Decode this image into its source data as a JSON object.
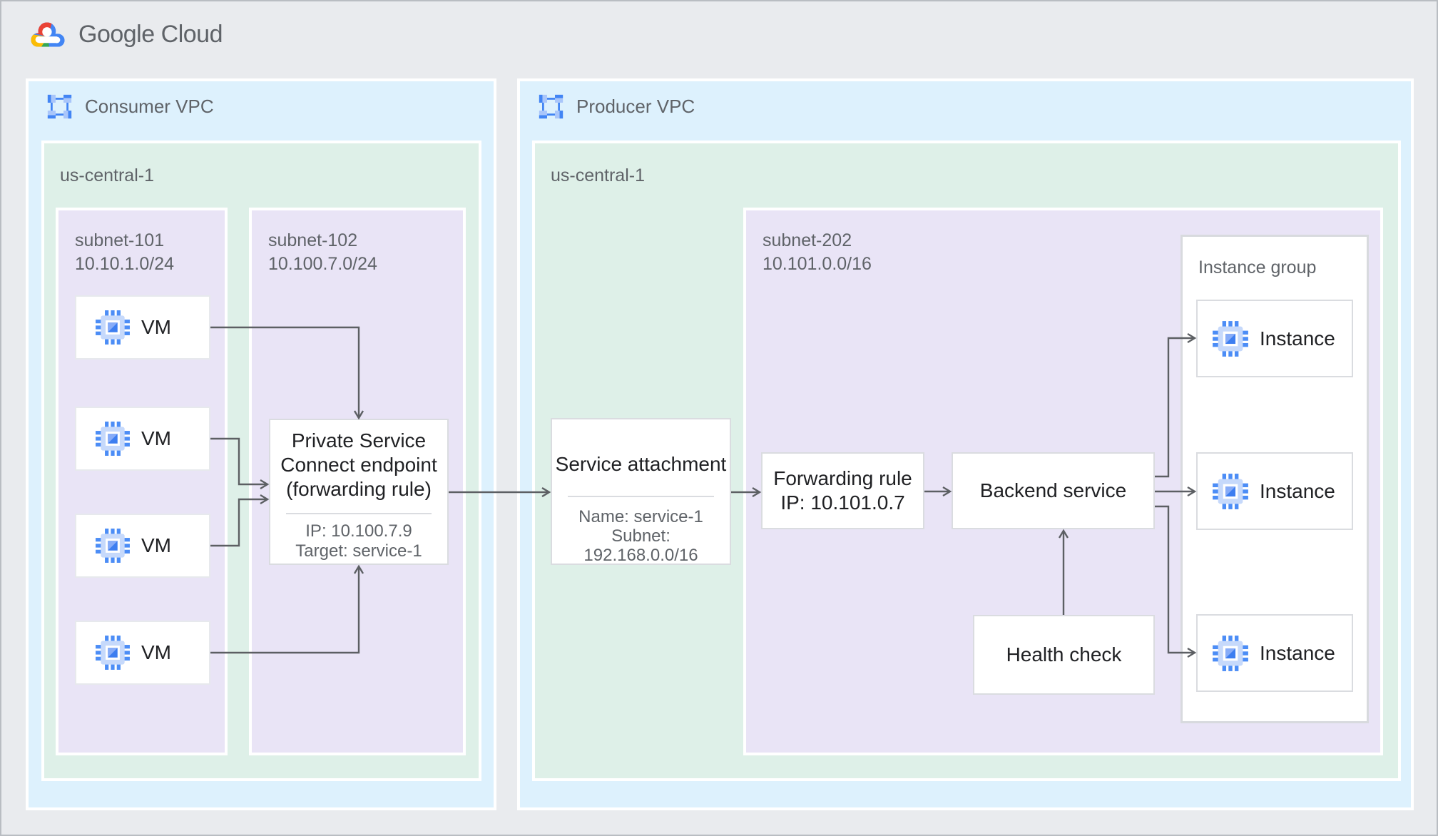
{
  "brand": {
    "google": "Google",
    "cloud": "Cloud"
  },
  "colors": {
    "background": "#e9ebee",
    "vpc_fill": "#ddf1fd",
    "region_fill": "#def0e8",
    "subnet_fill": "#e9e4f6",
    "card_border": "#dadce0",
    "connector": "#5c5f63",
    "text_dark": "#202124",
    "text_gray": "#5f6368",
    "google_blue": "#4285f4",
    "google_red": "#ea4335",
    "google_yellow": "#fbbc04",
    "google_green": "#34a853"
  },
  "consumer_vpc": {
    "label": "Consumer VPC",
    "region": {
      "label": "us-central-1",
      "subnet_101": {
        "name": "subnet-101",
        "cidr": "10.10.1.0/24",
        "vms": [
          {
            "label": "VM"
          },
          {
            "label": "VM"
          },
          {
            "label": "VM"
          },
          {
            "label": "VM"
          }
        ]
      },
      "subnet_102": {
        "name": "subnet-102",
        "cidr": "10.100.7.0/24",
        "psc_endpoint": {
          "title_lines": [
            "Private Service",
            "Connect endpoint",
            "(forwarding rule)"
          ],
          "details": [
            "IP: 10.100.7.9",
            "Target: service-1"
          ]
        }
      }
    }
  },
  "producer_vpc": {
    "label": "Producer VPC",
    "region": {
      "label": "us-central-1",
      "service_attachment": {
        "title": "Service attachment",
        "details": [
          "Name: service-1",
          "Subnet:",
          "192.168.0.0/16"
        ]
      },
      "subnet_202": {
        "name": "subnet-202",
        "cidr": "10.101.0.0/16",
        "forwarding_rule": {
          "lines": [
            "Forwarding rule",
            "IP: 10.101.0.7"
          ]
        },
        "backend_service": {
          "title": "Backend service"
        },
        "health_check": {
          "title": "Health check"
        },
        "instance_group": {
          "label": "Instance group",
          "instances": [
            {
              "label": "Instance"
            },
            {
              "label": "Instance"
            },
            {
              "label": "Instance"
            }
          ]
        }
      }
    }
  }
}
